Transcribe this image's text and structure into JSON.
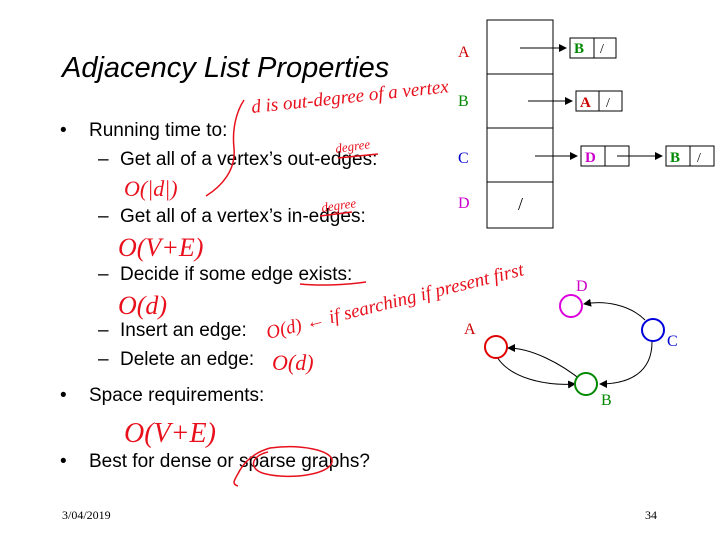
{
  "slide": {
    "title": "Adjacency List Properties",
    "bullets": [
      "Running time to:",
      "Space requirements:",
      "Best for dense or sparse graphs?"
    ],
    "subbullets": [
      "Get all of a vertex’s out-edges:",
      "Get all of a vertex’s in-edges:",
      "Decide if some edge exists:",
      "Insert an edge:",
      "Delete an edge:"
    ],
    "bullet_symbol": "•",
    "dash_symbol": "–",
    "footer": {
      "date": "3/04/2019",
      "page": "34"
    }
  },
  "adjacency_list": {
    "vertices": [
      "A",
      "B",
      "C",
      "D"
    ],
    "vertex_colors": [
      "#cc0000",
      "#008800",
      "#0000cc",
      "#cc00cc"
    ],
    "A_nodes": [
      "B"
    ],
    "B_nodes": [
      "A"
    ],
    "C_nodes": [
      "D",
      "B"
    ],
    "null_marker": "/"
  },
  "graph": {
    "nodes": [
      "A",
      "B",
      "C",
      "D"
    ]
  },
  "annotations": {
    "d_def": "d is out-degree of a vertex",
    "degree1": "degree",
    "out_edges": "O(|d|)",
    "degree2": "degree",
    "in_edges": "O(V+E)",
    "exists": "O(d)",
    "insert": "O(d) ← if searching if present first",
    "delete": "O(d)",
    "space": "O(V+E)"
  },
  "colors": {
    "ink": "#e8101c",
    "text": "#000000"
  }
}
